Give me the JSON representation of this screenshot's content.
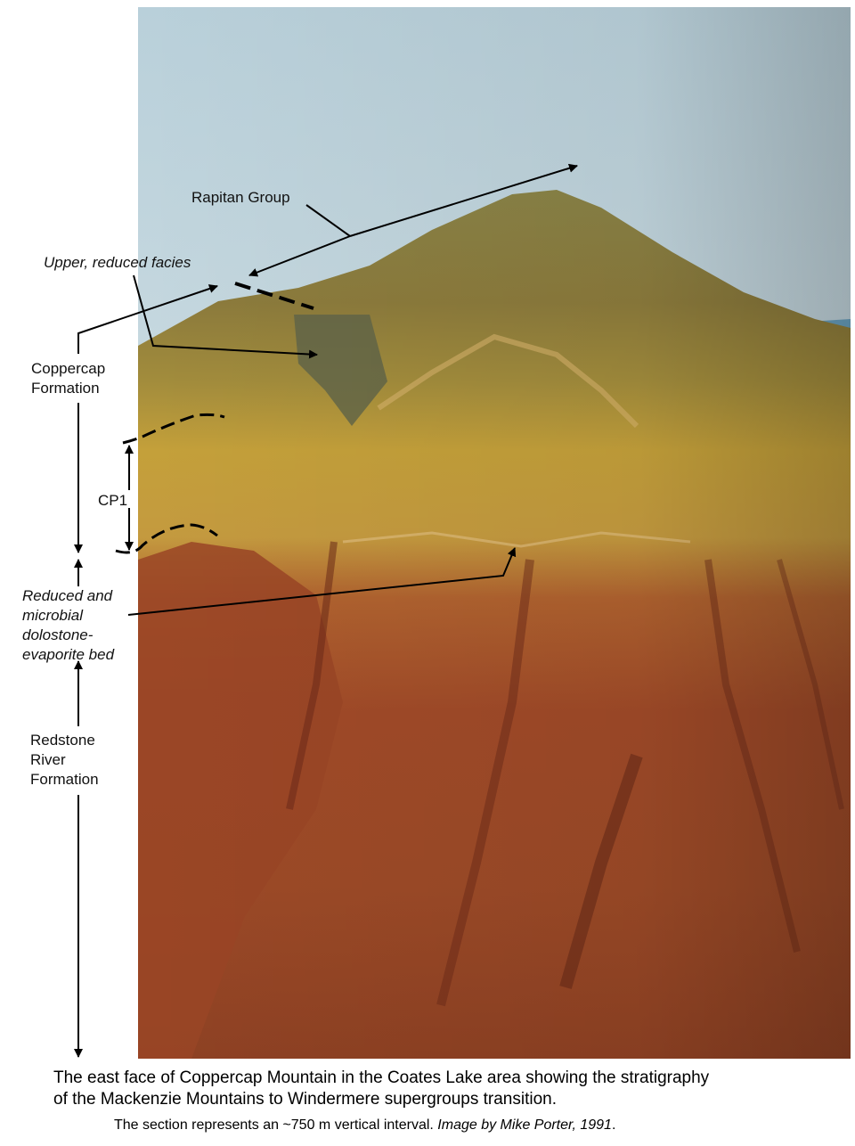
{
  "labels": {
    "rapitan": "Rapitan Group",
    "upper_facies": "Upper, reduced facies",
    "coppercap": [
      "Coppercap",
      "Formation"
    ],
    "cp1": "CP1",
    "reduced_bed": [
      "Reduced and",
      "microbial",
      "dolostone-",
      "evaporite bed"
    ],
    "redstone": [
      "Redstone",
      "River",
      "Formation"
    ]
  },
  "caption": {
    "line1": "The east face of Coppercap Mountain in the Coates Lake area showing the stratigraphy",
    "line2": "of the Mackenzie Mountains to Windermere supergroups transition.",
    "line3_plain": "The section represents an ~750 m vertical interval. ",
    "line3_italic": "Image by Mike Porter, 1991",
    "line3_end": "."
  },
  "colors": {
    "sky_top": "#bcd3dc",
    "sky_bottom": "#dbe6e9",
    "summit_green": "#7b7a3c",
    "yellow_band": "#c9a33a",
    "red_slope": "#a4492a",
    "dark_red": "#6f2a17"
  }
}
